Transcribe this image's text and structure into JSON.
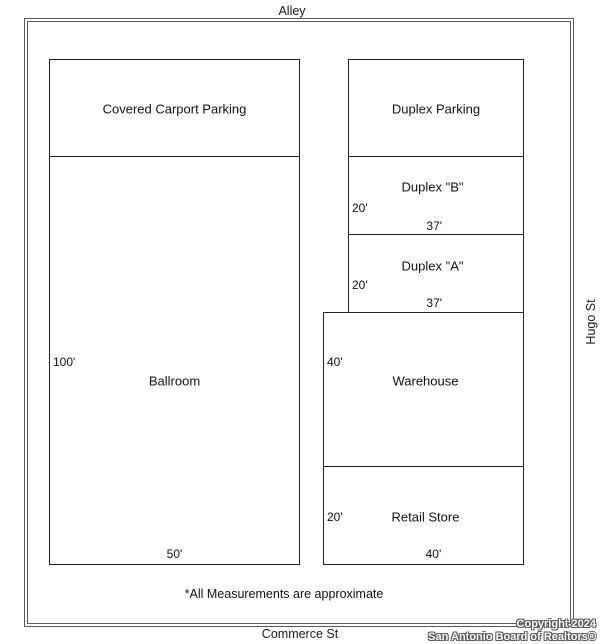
{
  "streets": {
    "top": "Alley",
    "right": "Hugo St",
    "bottom": "Commerce St"
  },
  "rooms": {
    "carport": {
      "label": "Covered Carport Parking"
    },
    "duplex_parking": {
      "label": "Duplex Parking"
    },
    "duplex_b": {
      "label": "Duplex \"B\"",
      "depth": "20'",
      "width": "37'"
    },
    "duplex_a": {
      "label": "Duplex \"A\"",
      "depth": "20'",
      "width": "37'"
    },
    "ballroom": {
      "label": "Ballroom",
      "depth": "100'",
      "width": "50'"
    },
    "warehouse": {
      "label": "Warehouse",
      "depth": "40'"
    },
    "retail": {
      "label": "Retail Store",
      "depth": "20'",
      "width": "40'"
    }
  },
  "note": "*All Measurements are approximate",
  "copyright": {
    "line1": "Copyright 2024",
    "line2": "San Antonio Board of Realtors®"
  }
}
